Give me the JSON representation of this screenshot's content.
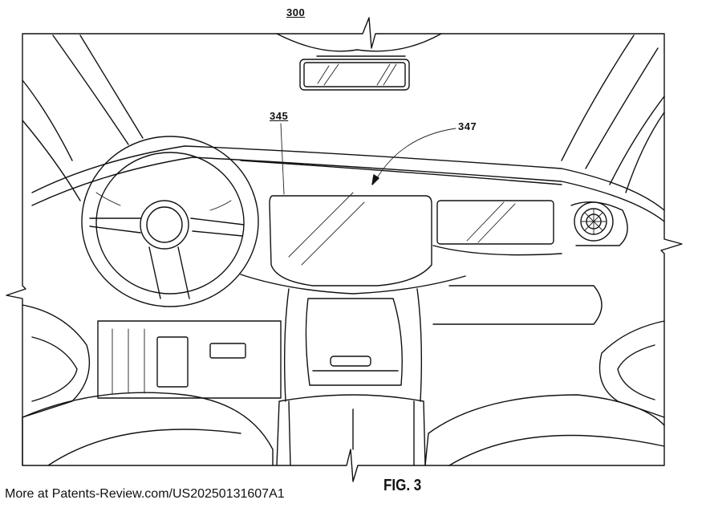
{
  "figure": {
    "ref_top": "300",
    "ref_display": "345",
    "ref_dash_display": "347",
    "fig_label": "FIG. 3"
  },
  "footer": {
    "source_text": "More at Patents-Review.com/US20250131607A1"
  }
}
